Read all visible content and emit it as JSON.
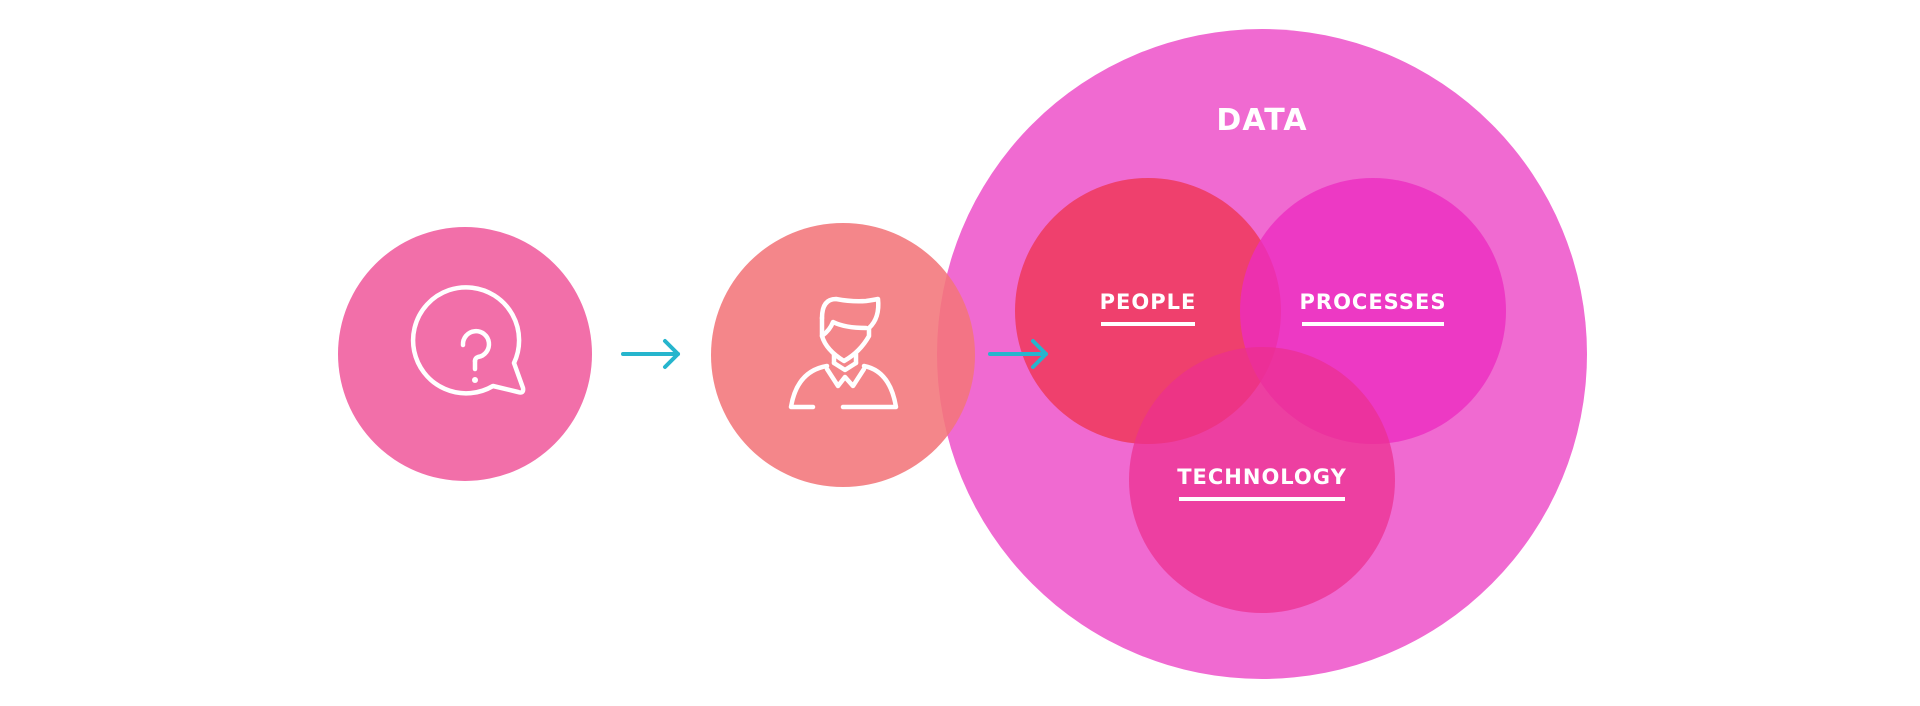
{
  "diagram": {
    "data_label": "DATA",
    "people_label": "PEOPLE",
    "processes_label": "PROCESSES",
    "technology_label": "TECHNOLOGY"
  },
  "icons": {
    "question": "question-speech-bubble-icon",
    "person": "person-icon",
    "arrow": "arrow-right-icon"
  },
  "colors": {
    "question_circle": "#f26fa9",
    "person_circle": "#f3757a",
    "data_circle": "#f06ad1",
    "people_circle": "#ee3a5f",
    "processes_circle": "#ec2cc0",
    "technology_circle": "#ec2f8f",
    "arrow": "#26b5cd",
    "label": "#ffffff"
  }
}
